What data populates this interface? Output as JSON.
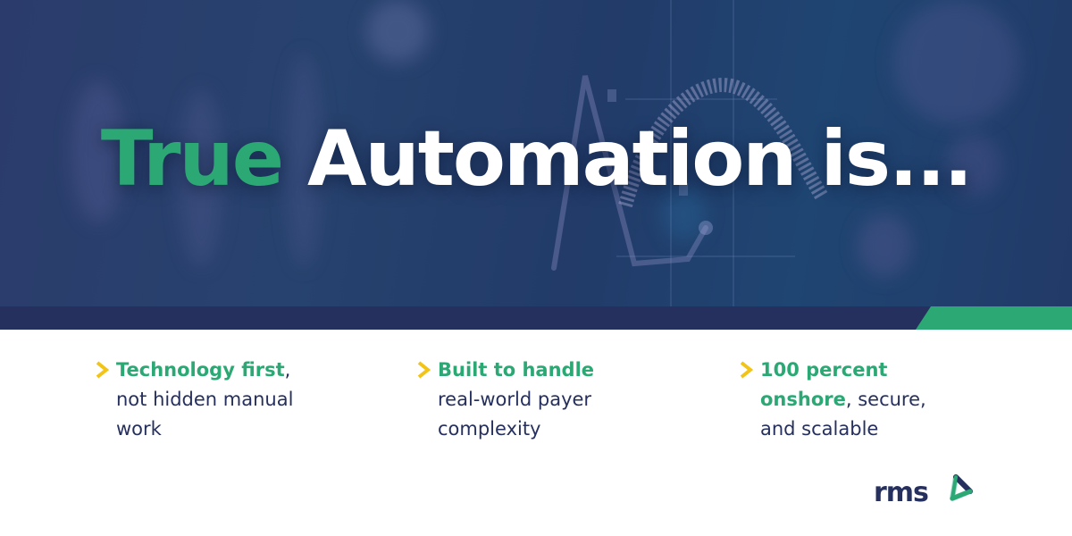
{
  "headline": {
    "accent": "True",
    "rest": " Automation is..."
  },
  "features": [
    {
      "highlight": "Technology first",
      "text_after": ",",
      "line2": "not hidden manual",
      "line3": "work"
    },
    {
      "highlight": "Built to handle",
      "text_after": "",
      "line2": "real-world payer",
      "line3": "complexity"
    },
    {
      "highlight": "100 percent",
      "highlight2": "onshore",
      "text_after": ", secure,",
      "line3": "and scalable"
    }
  ],
  "logo": {
    "text": "rms"
  },
  "colors": {
    "accent_green": "#2ba874",
    "navy": "#26305e",
    "chevron_yellow": "#f2c418",
    "hero_blue": "#243e6c"
  }
}
